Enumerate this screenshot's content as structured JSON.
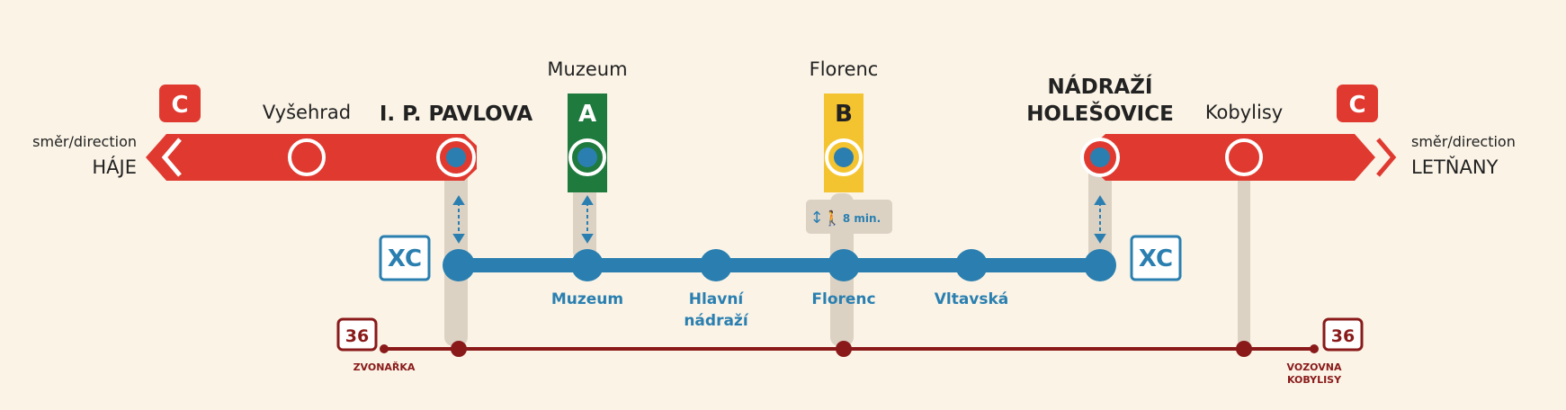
{
  "colors": {
    "background": "#faf3e6",
    "metro_c": "#e03a30",
    "metro_a": "#1f7a3e",
    "metro_b": "#f4c430",
    "xc_line": "#2a7fb0",
    "tram_line": "#8a1a1a",
    "connector": "#dcd2c4"
  },
  "metro_c": {
    "badge_left": "C",
    "badge_right": "C",
    "direction_left_prefix": "směr/direction",
    "direction_left_name": "HÁJE",
    "direction_right_prefix": "směr/direction",
    "direction_right_name": "LETŇANY",
    "stations": {
      "vysehrad": "Vyšehrad",
      "ip_pavlova": "I. P. PAVLOVA",
      "nadrazi_holesovice_1": "NÁDRAŽÍ",
      "nadrazi_holesovice_2": "HOLEŠOVICE",
      "kobylisy": "Kobylisy"
    }
  },
  "metro_a": {
    "station": "Muzeum",
    "badge": "A"
  },
  "metro_b": {
    "station": "Florenc",
    "badge": "B",
    "walk_time": "8 min."
  },
  "xc_line": {
    "badge_left": "XC",
    "badge_right": "XC",
    "stations": {
      "muzeum": "Muzeum",
      "hlavni_1": "Hlavní",
      "hlavni_2": "nádraží",
      "florenc": "Florenc",
      "vltavska": "Vltavská"
    }
  },
  "tram": {
    "number_left": "36",
    "number_right": "36",
    "terminus_left": "ZVONAŘKA",
    "terminus_right_1": "VOZOVNA",
    "terminus_right_2": "KOBYLISY"
  }
}
